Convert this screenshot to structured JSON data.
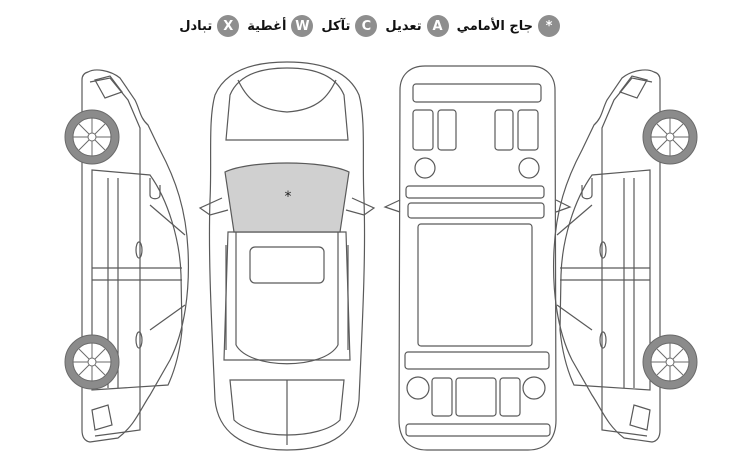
{
  "legend": [
    {
      "code": "*",
      "label": "جاج الأمامي"
    },
    {
      "code": "A",
      "label": "تعديل"
    },
    {
      "code": "C",
      "label": "تآكل"
    },
    {
      "code": "W",
      "label": "أغطية"
    },
    {
      "code": "X",
      "label": "تبادل"
    }
  ],
  "marks": {
    "windshield": "*"
  },
  "colors": {
    "badge": "#8e8e8e",
    "damaged_fill": "#d0d0d0",
    "outline": "#5a5a5a"
  }
}
